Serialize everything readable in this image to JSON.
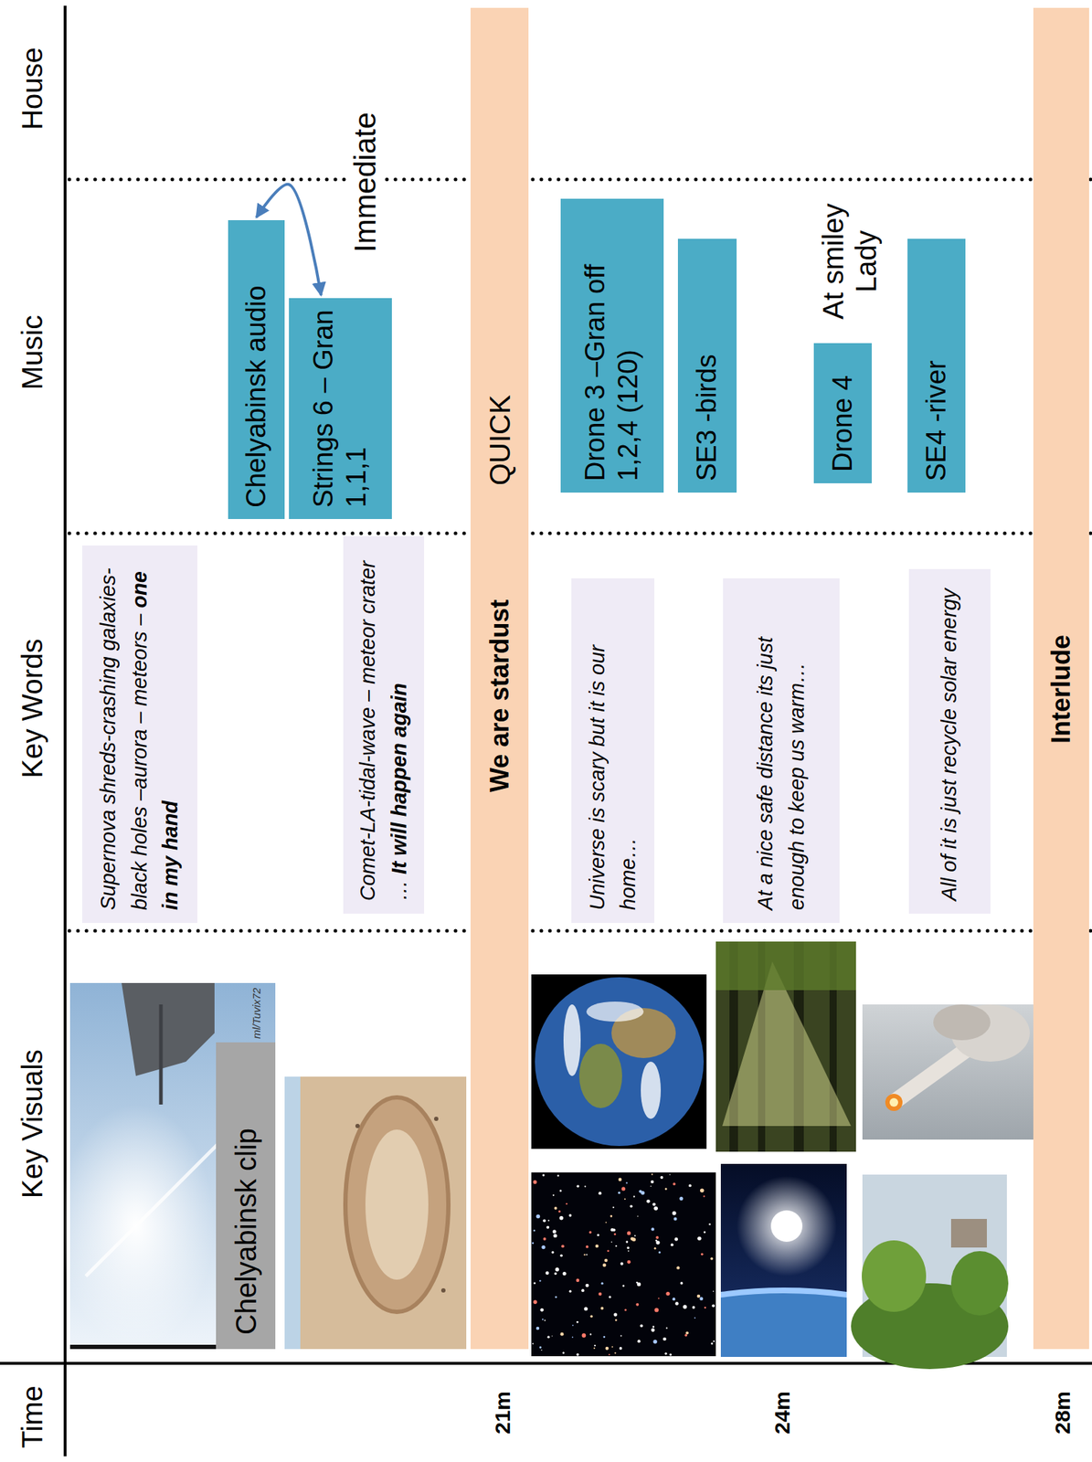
{
  "diagram": {
    "nodes": [
      {
        "text": [
          "Chelyabinsk clip"
        ]
      },
      {
        "text": [
          "Supernova shreds-crashing galaxies-black holes –aurora – meteors –",
          "one in my hand"
        ]
      },
      {
        "text": [
          "Chelyabinsk audio"
        ]
      },
      {
        "text": [
          "Strings 6 – Gran 1,1,1"
        ]
      },
      {
        "text": [
          "Comet-LA-tidal-wave – meteor crater …",
          "It will happen again"
        ]
      },
      {
        "text": [
          "We are stardust",
          "QUICK"
        ]
      },
      {
        "text": [
          "Drone 3 –Gran off 1,2,4 (120)"
        ]
      },
      {
        "text": [
          "Universe is scary but it is our home…"
        ]
      },
      {
        "text": [
          "SE3 -birds"
        ]
      },
      {
        "text": [
          "At a nice safe distance its just enough to keep us warm…"
        ]
      },
      {
        "text": [
          "Drone 4"
        ]
      },
      {
        "text": [
          "SE4 -river"
        ]
      },
      {
        "text": [
          "All of it is just recycle solar energy"
        ]
      },
      {
        "text": [
          "Interlude"
        ]
      }
    ],
    "edges": [
      {
        "from": 2,
        "to": 3,
        "arrow": "both"
      }
    ],
    "labels": [
      "Time",
      "Key Visuals",
      "Key Words",
      "Music",
      "House",
      "ml/Tuvix72",
      "Immediate",
      "21m",
      "24m",
      "At smiley Lady",
      "28m"
    ]
  }
}
